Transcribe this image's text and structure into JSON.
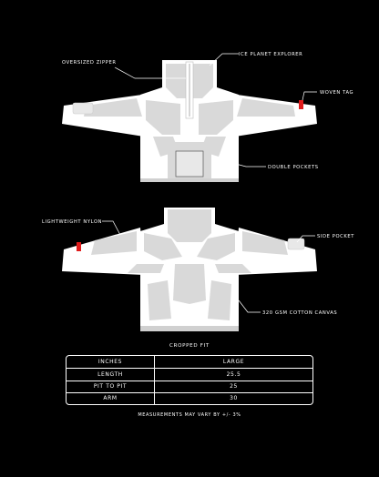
{
  "callouts": {
    "oversized_zipper": "OVERSIZED ZIPPER",
    "ice_planet_explorer": "ICE PLANET EXPLORER",
    "woven_tag": "WOVEN TAG",
    "double_pockets": "DOUBLE POCKETS",
    "lightweight_nylon": "LIGHTWEIGHT NYLON",
    "side_pocket": "SIDE POCKET",
    "canvas": "320 GSM COTTON CANVAS"
  },
  "fit_title": "CROPPED FIT",
  "table": {
    "header": {
      "label": "INCHES",
      "value": "LARGE"
    },
    "rows": [
      {
        "label": "LENGTH",
        "value": "25.5"
      },
      {
        "label": "PIT TO PIT",
        "value": "25"
      },
      {
        "label": "ARM",
        "value": "30"
      }
    ]
  },
  "note": "MEASUREMENTS MAY VARY BY +/- 3%",
  "colors": {
    "background": "#000000",
    "shell": "#ffffff",
    "panel": "#d9d9d9",
    "tag": "#e01b1b"
  }
}
